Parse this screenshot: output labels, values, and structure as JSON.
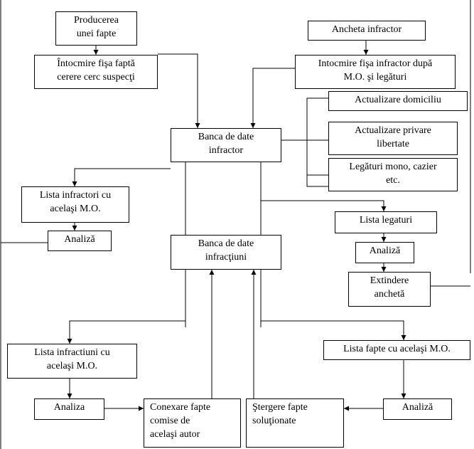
{
  "nodes": {
    "producerea": "Producerea\nunei fapte",
    "intocmire_fisa_fapta": "Întocmire fişa faptă\ncerere cerc suspecţi",
    "ancheta": "Ancheta infractor",
    "intocmire_fisa_infractor": "Intocmire fişa infractor după\nM.O. şi legături",
    "actualizare_domiciliu": "Actualizare domiciliu",
    "actualizare_privare": "Actualizare privare\nlibertate",
    "legaturi_mono": "Legături mono, cazier\netc.",
    "banca_infractor": "Banca de date\ninfractor",
    "lista_infractori": "Lista infractori cu\nacelaşi M.O.",
    "analiza_left": "Analiză",
    "banca_infractiuni": "Banca de date\ninfracţiuni",
    "lista_legaturi": "Lista legaturi",
    "analiza_right": "Analiză",
    "extindere": "Extindere\nanchetă",
    "lista_infractiuni": "Lista infractiuni cu\nacelaşi M.O.",
    "lista_fapte": "Lista fapte cu acelaşi M.O.",
    "analiza_bottom_left": "Analiza",
    "conexare": "Conexare fapte\ncomise de\nacelaşi autor",
    "stergere": "Ştergere fapte\nsoluţionate",
    "analiza_bottom_right": "Analiză"
  }
}
